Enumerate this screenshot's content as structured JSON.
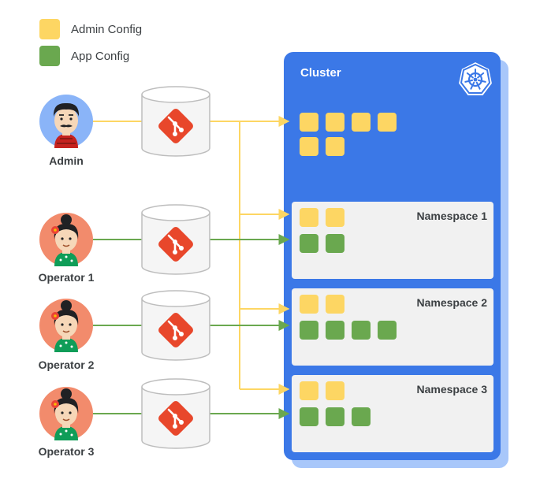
{
  "legend": {
    "items": [
      {
        "label": "Admin Config",
        "color": "#FDD663"
      },
      {
        "label": "App Config",
        "color": "#6AA84F"
      }
    ]
  },
  "colors": {
    "cluster_blue": "#3B78E7",
    "cluster_shadow": "#A8C7FA",
    "namespace_bg": "#F1F1F1",
    "admin_line": "#FDD663",
    "app_line": "#6AA84F",
    "git_orange": "#E8472B",
    "repo_fill": "#F5F5F5",
    "repo_stroke": "#BDBDBD",
    "text_dark": "#3C4043",
    "avatar_admin_bg": "#8AB4F8",
    "avatar_operator_bg": "#F28B6C"
  },
  "cluster": {
    "title": "Cluster",
    "logo_icon": "kubernetes-icon",
    "admin_config_count": 6,
    "namespaces": [
      {
        "label": "Namespace 1",
        "admin_config_count": 2,
        "app_config_count": 2
      },
      {
        "label": "Namespace 2",
        "admin_config_count": 2,
        "app_config_count": 4
      },
      {
        "label": "Namespace 3",
        "admin_config_count": 2,
        "app_config_count": 3
      }
    ]
  },
  "actors": [
    {
      "label": "Admin",
      "role": "admin",
      "repo_icon": "git-icon"
    },
    {
      "label": "Operator 1",
      "role": "operator",
      "repo_icon": "git-icon"
    },
    {
      "label": "Operator 2",
      "role": "operator",
      "repo_icon": "git-icon"
    },
    {
      "label": "Operator 3",
      "role": "operator",
      "repo_icon": "git-icon"
    }
  ]
}
